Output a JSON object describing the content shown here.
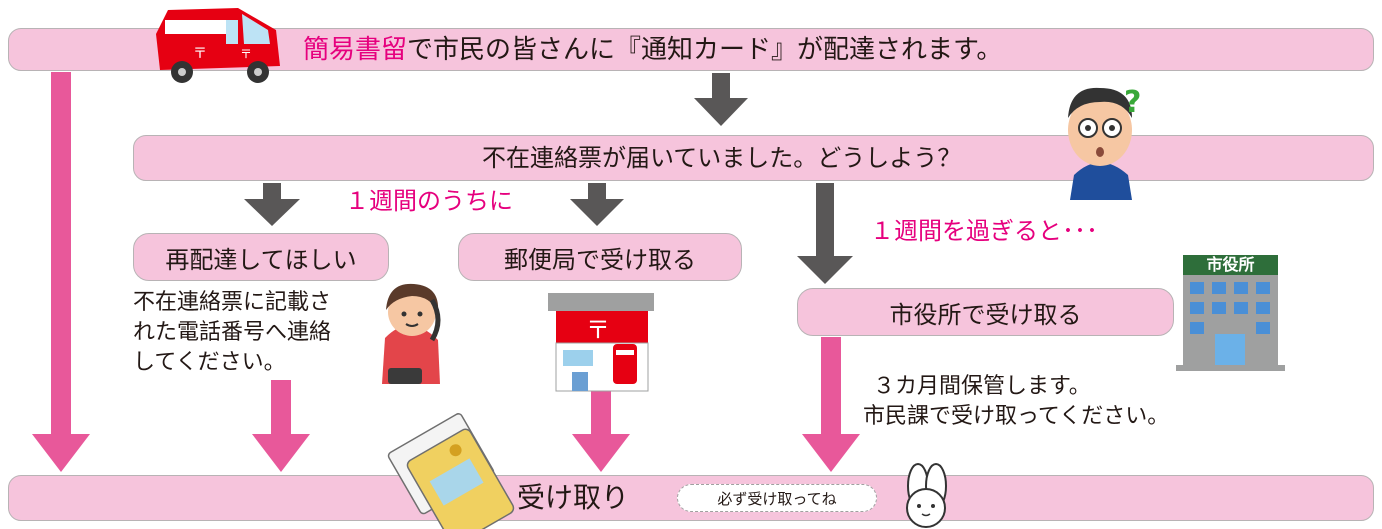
{
  "colors": {
    "bar_fill": "#f6c4dc",
    "accent": "#e6007e",
    "pink_arrow": "#e8589a",
    "gray_arrow": "#595757"
  },
  "top_bar": {
    "highlight": "簡易書留",
    "rest": "で市民の皆さんに『通知カード』が配達されます。"
  },
  "second_bar": {
    "text": "不在連絡票が届いていました。どうしよう？"
  },
  "within_week": "１週間のうちに",
  "after_week": "１週間を過ぎると･･･",
  "options": {
    "redeliver": "再配達してほしい",
    "post_office": "郵便局で受け取る",
    "city_hall": "市役所で受け取る"
  },
  "redeliver_note": [
    "不在連絡票に記載さ",
    "れた電話番号へ連絡",
    "してください。"
  ],
  "city_hall_note": [
    "３カ月間保管します。",
    "市民課で受け取ってください。"
  ],
  "city_hall_sign": "市役所",
  "bottom_bar": {
    "label": "受け取り",
    "reminder": "必ず受け取ってね"
  },
  "icons": [
    "postal-van-icon",
    "confused-man-icon",
    "woman-on-phone-icon",
    "post-office-icon",
    "city-hall-building-icon",
    "notification-card-icon",
    "rabbit-icon"
  ]
}
